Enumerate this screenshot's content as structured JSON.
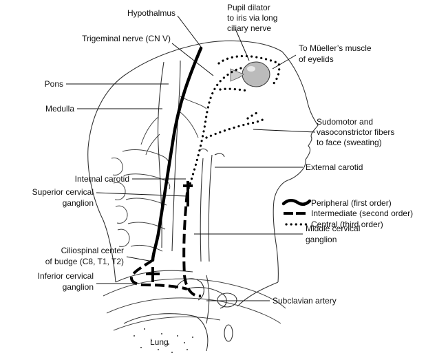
{
  "figure": {
    "labels": {
      "hypothalmus": "Hypothalmus",
      "pupil_dilator": [
        "Pupil dilator",
        "to iris via long",
        "ciliary nerve"
      ],
      "trigeminal": "Trigeminal nerve (CN V)",
      "mueller": [
        "To Müeller’s muscle",
        "of eyelids"
      ],
      "pons": "Pons",
      "medulla": "Medulla",
      "sudomotor": [
        "Sudomotor and",
        "vasoconstrictor fibers",
        "to face (sweating)"
      ],
      "internal_carotid": "Internal carotid",
      "external_carotid": "External carotid",
      "superior_cervical": [
        "Superior cervical",
        "ganglion"
      ],
      "ciliospinal": [
        "Ciliospinal center",
        "of budge (C8, T1, T2)"
      ],
      "middle_cervical": [
        "Middle cervical",
        "ganglion"
      ],
      "inferior_cervical": [
        "Inferior cervical",
        "ganglion"
      ],
      "subclavian": "Subclavian artery",
      "lung": "Lung"
    },
    "legend": {
      "peripheral": "Peripheral (first order)",
      "intermediate": "Intermediate (second order)",
      "central": "Central (third order)"
    }
  }
}
